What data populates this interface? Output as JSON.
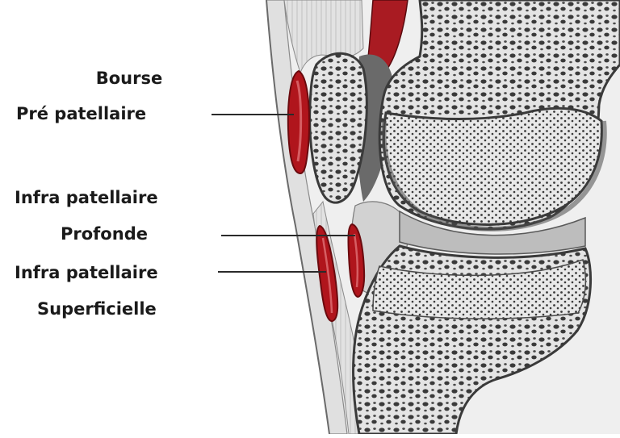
{
  "labels": {
    "bourse_line1": "Bourse",
    "bourse_line2": "Pré patellaire",
    "infra_profonde_line1": "Infra patellaire",
    "infra_profonde_line2": "Profonde",
    "infra_superficielle_line1": "Infra patellaire",
    "infra_superficielle_line2": "Superficielle"
  },
  "colors": {
    "bursa_red": "#b0151c",
    "bursa_red_light": "#d8585c",
    "bone": "#d8d8d8",
    "bone_outline": "#3a3a3a",
    "soft_tissue": "#e6e6e6",
    "cartilage": "#f2f2f2",
    "artery": "#a91b22",
    "leader_line": "#2a2a2a"
  }
}
